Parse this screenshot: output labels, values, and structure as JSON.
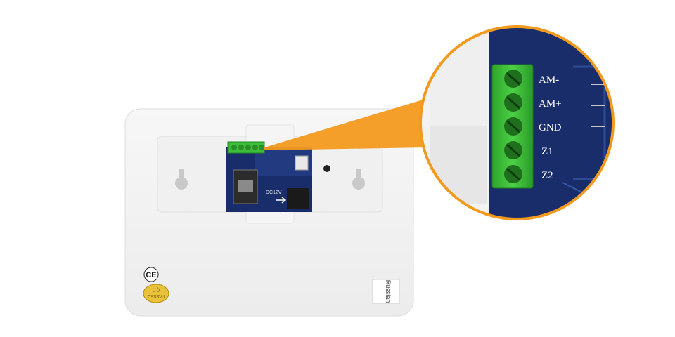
{
  "device": {
    "dc_label": "DC12V",
    "sticker_label": "Russian",
    "ce_mark": "CE",
    "qc_label": "PASSED",
    "qc_sub": "Q.C"
  },
  "zoom": {
    "terminal_labels": [
      "AM-",
      "AM+",
      "GND",
      "Z1",
      "Z2"
    ]
  },
  "colors": {
    "accent_orange": "#F29A1E",
    "terminal_green": "#3DBE3A",
    "pcb_blue": "#1A2D6B",
    "panel_white": "#F4F4F4"
  }
}
